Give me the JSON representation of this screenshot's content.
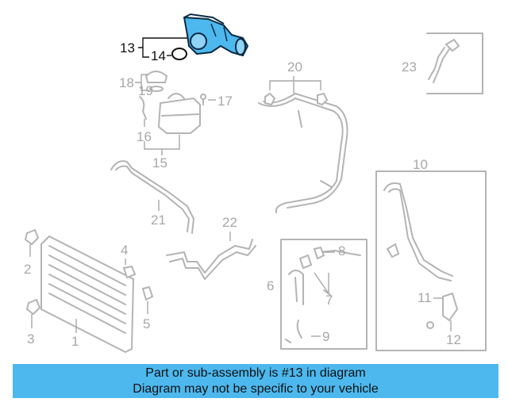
{
  "diagram": {
    "callouts": {
      "c1": "1",
      "c2": "2",
      "c3": "3",
      "c4": "4",
      "c5": "5",
      "c6": "6",
      "c7": "7",
      "c8": "8",
      "c9": "9",
      "c10": "10",
      "c11": "11",
      "c12": "12",
      "c13": "13",
      "c14": "14",
      "c15": "15",
      "c16": "16",
      "c17": "17",
      "c18": "18",
      "c19": "19",
      "c20": "20",
      "c21": "21",
      "c22": "22",
      "c23": "23"
    },
    "highlight_color": "#4db8ee",
    "part_gray": "#b4b4b4"
  },
  "footer": {
    "line1": "Part or sub-assembly is #13 in diagram",
    "line2": "Diagram may not be specific to your vehicle",
    "background": "#4db8ee"
  }
}
